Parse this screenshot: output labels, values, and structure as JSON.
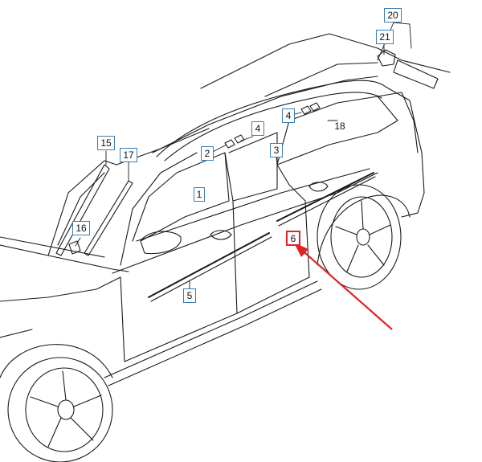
{
  "diagram": {
    "callouts": [
      {
        "id": "c20",
        "label": "20"
      },
      {
        "id": "c21",
        "label": "21"
      },
      {
        "id": "c15",
        "label": "15"
      },
      {
        "id": "c17",
        "label": "17"
      },
      {
        "id": "c16",
        "label": "16"
      },
      {
        "id": "c4a",
        "label": "4"
      },
      {
        "id": "c4b",
        "label": "4"
      },
      {
        "id": "c2",
        "label": "2"
      },
      {
        "id": "c3",
        "label": "3"
      },
      {
        "id": "c1",
        "label": "1"
      },
      {
        "id": "c18",
        "label": "18"
      },
      {
        "id": "c5",
        "label": "5"
      },
      {
        "id": "c6",
        "label": "6"
      }
    ],
    "highlighted_part": "6",
    "colors": {
      "line": "#1a1a1a",
      "callout_border": "#3a7fb5",
      "highlight": "#e32222",
      "arrow": "#e32222"
    }
  }
}
